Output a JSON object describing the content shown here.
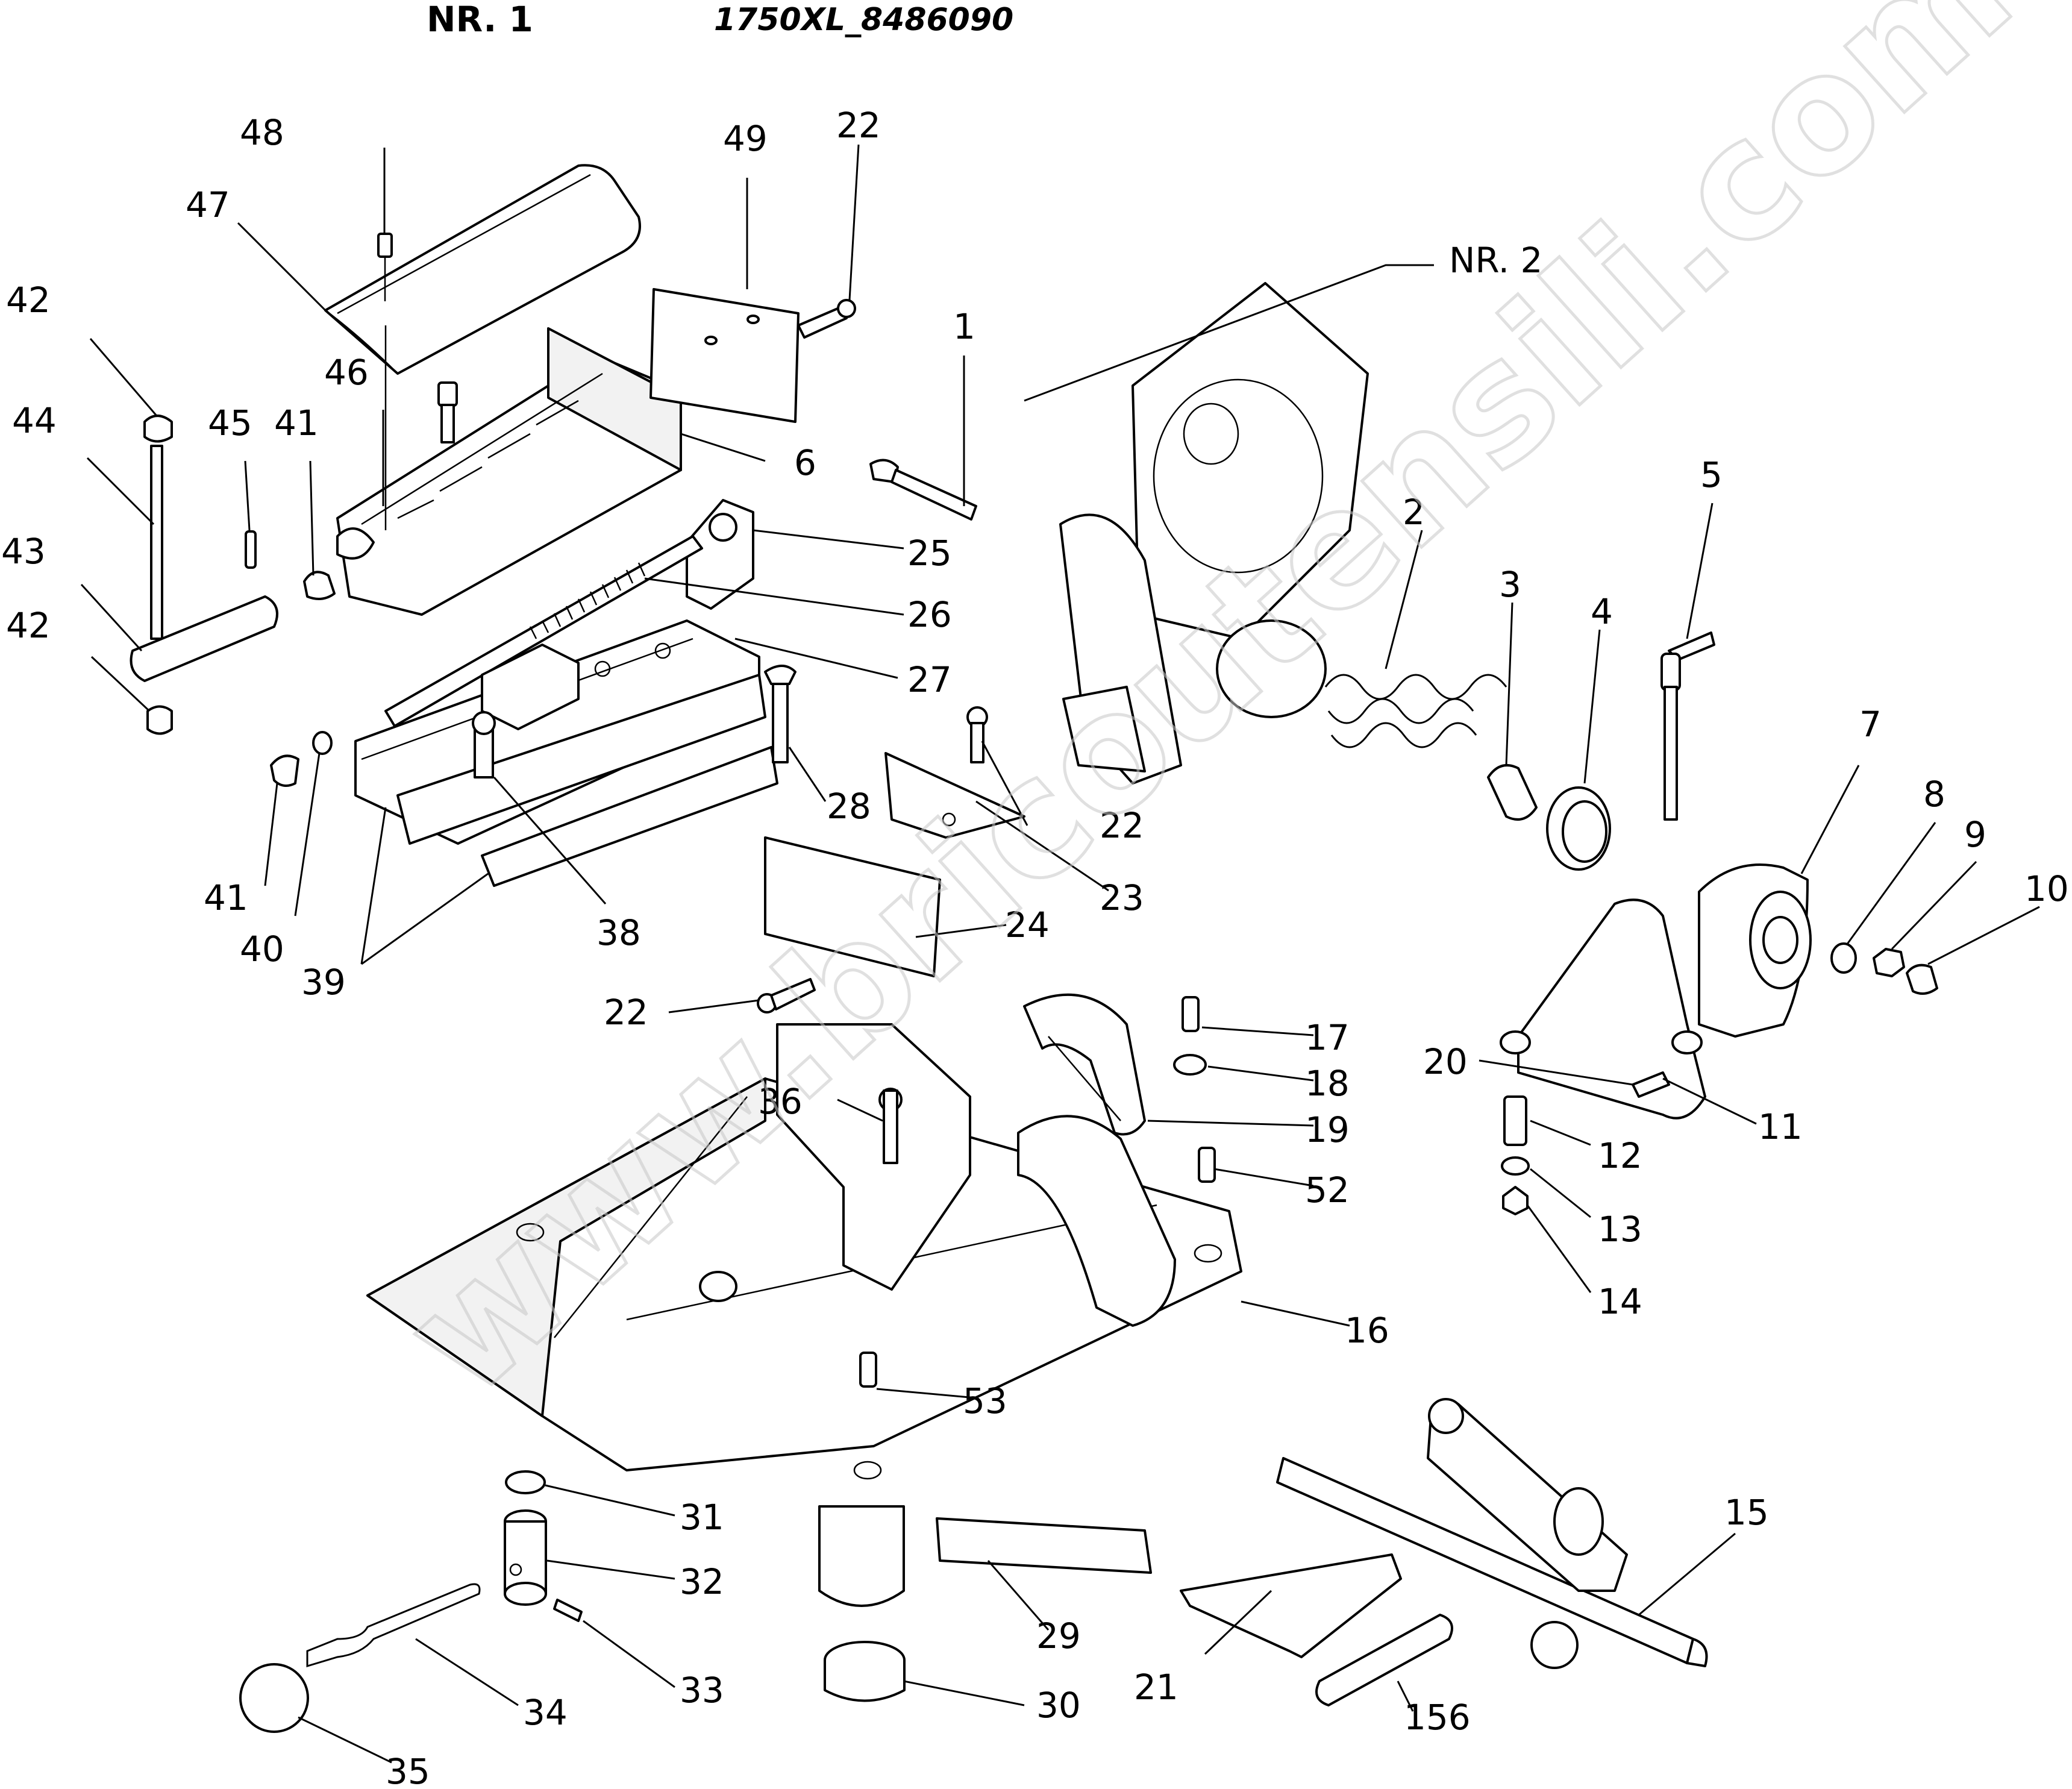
{
  "header": {
    "sheet": "NR. 1",
    "model": "1750XL_8486090"
  },
  "watermark": "www.bricoutensili.com",
  "assembly_ref": "NR. 2",
  "callouts": [
    "48",
    "47",
    "42",
    "44",
    "45",
    "41",
    "43",
    "42",
    "46",
    "49",
    "22",
    "6",
    "25",
    "26",
    "27",
    "28",
    "41",
    "40",
    "39",
    "38",
    "1",
    "2",
    "3",
    "4",
    "5",
    "7",
    "8",
    "9",
    "10",
    "11",
    "12",
    "13",
    "14",
    "15",
    "16",
    "17",
    "18",
    "19",
    "20",
    "21",
    "22",
    "23",
    "22",
    "24",
    "29",
    "30",
    "31",
    "32",
    "33",
    "34",
    "35",
    "36",
    "52",
    "53",
    "156"
  ]
}
